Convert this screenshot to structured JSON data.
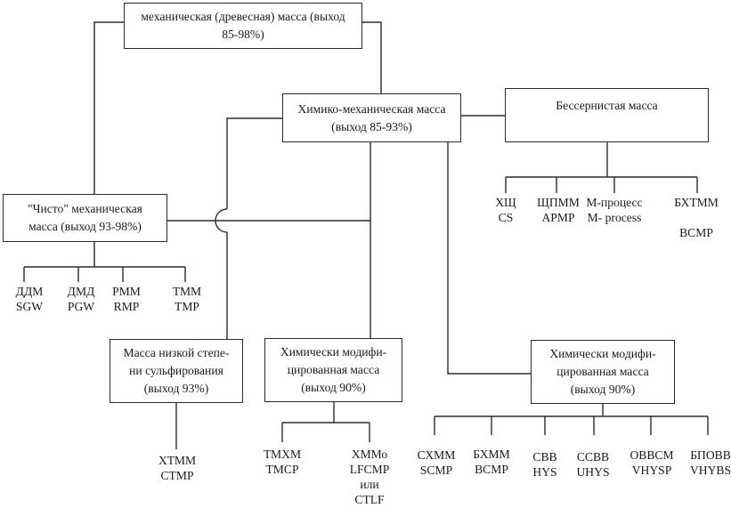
{
  "nodes": {
    "mechanical": {
      "label": "механическая (древесная) масса (выход\n85-98%)"
    },
    "chemi_mechanical": {
      "label": "Химико-механическая масса\n(выход 85-93%)"
    },
    "sulfur_free": {
      "label": "Бессернистая масса"
    },
    "pure_mechanical": {
      "label": "\"Чисто\" механическая\nмасса (выход 93-98%)"
    },
    "low_sulfonation": {
      "label": "Масса низкой степе-\nни сульфирования\n(выход 93%)"
    },
    "chem_modified_1": {
      "label": "Химически модифи-\nцированная масса\n(выход 90%)"
    },
    "chem_modified_2": {
      "label": "Химически модифи-\nцированная масса\n(выход 90%)"
    }
  },
  "leaves": {
    "pure_mechanical": [
      "ДДМ\nSGW",
      "ДМД\nPGW",
      "РММ\nRMP",
      "ТММ\nTMP"
    ],
    "sulfur_free": [
      "ХЩ\nCS",
      "ЩПММ\nAPMP",
      "М-процесс\nM- process",
      "БХТММ\n\nBCMP"
    ],
    "low_sulfonation": [
      "ХТММ\nCTMP"
    ],
    "chem_modified_1": [
      "ТМХМ\nTMCP",
      "ХММо\nLFCMP\nили\nCTLF"
    ],
    "chem_modified_2": [
      "СХММ\nSCMP",
      "БХММ\nBCMP",
      "СВВ\nHYS",
      "ССВВ\nUHYS",
      "ОВВСМ\nVHYSP",
      "БПОВВ\nVHYBS"
    ]
  },
  "colors": {
    "line": "#2b2b2b",
    "background": "#ffffff",
    "text": "#1a1a1a"
  }
}
